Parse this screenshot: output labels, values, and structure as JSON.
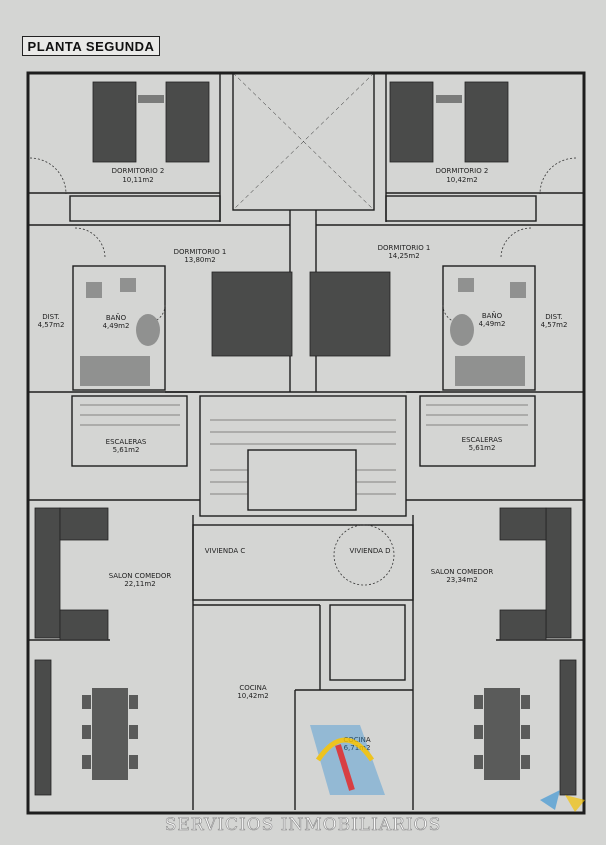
{
  "plan": {
    "title": "PLANTA SEGUNDA",
    "rooms": {
      "dorm2_left": {
        "name": "DORMITORIO 2",
        "area": "10,11m2"
      },
      "dorm2_right": {
        "name": "DORMITORIO 2",
        "area": "10,42m2"
      },
      "dorm1_left": {
        "name": "DORMITORIO 1",
        "area": "13,80m2"
      },
      "dorm1_right": {
        "name": "DORMITORIO 1",
        "area": "14,25m2"
      },
      "dist_left": {
        "name": "DIST.",
        "area": "4,57m2"
      },
      "dist_right": {
        "name": "DIST.",
        "area": "4,57m2"
      },
      "bano_left": {
        "name": "BAÑO",
        "area": "4,49m2"
      },
      "bano_right": {
        "name": "BAÑO",
        "area": "4,49m2"
      },
      "esc_left": {
        "name": "ESCALERAS",
        "area": "5,61m2"
      },
      "esc_right": {
        "name": "ESCALERAS",
        "area": "5,61m2"
      },
      "viv_c": {
        "name": "VIVIENDA C"
      },
      "viv_d": {
        "name": "VIVIENDA D"
      },
      "salon_left": {
        "name": "SALON COMEDOR",
        "area": "22,11m2"
      },
      "salon_right": {
        "name": "SALON COMEDOR",
        "area": "23,34m2"
      },
      "cocina_left": {
        "name": "COCINA",
        "area": "10,42m2"
      },
      "cocina_right": {
        "name": "COCINA",
        "area": "6,71m2"
      }
    },
    "watermark": "SERVICIOS INMOBILIARIOS",
    "colors": {
      "paper": "#d4d5d3",
      "wall": "#1e1e1e",
      "furniture": "#4a4b4a",
      "logo_blue": "#2a8fd6",
      "logo_yellow": "#f2c000",
      "logo_red": "#d9262b"
    }
  }
}
